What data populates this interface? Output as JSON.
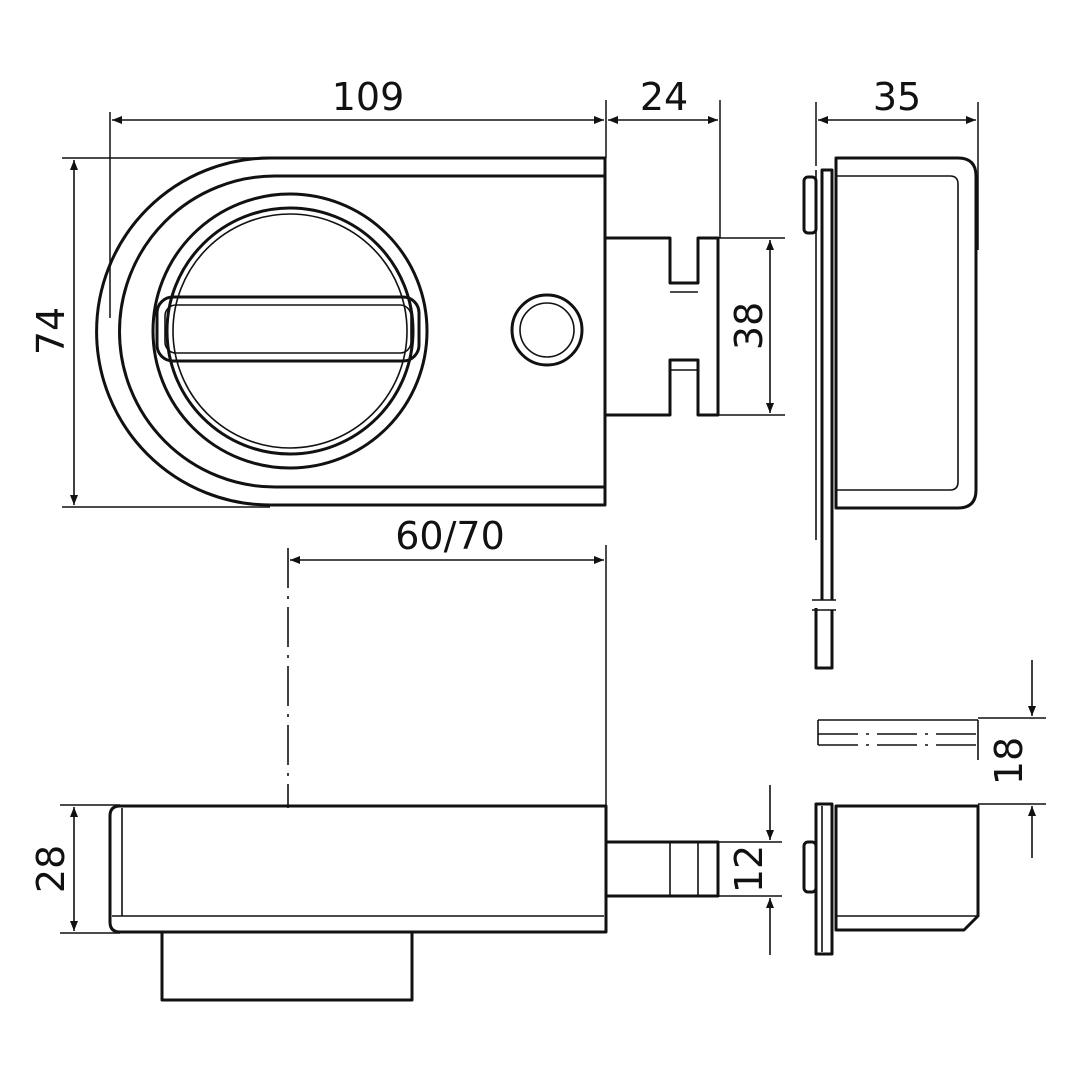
{
  "dimensions": {
    "width_body": "109",
    "bolt_throw": "24",
    "depth_keeper": "35",
    "height_body": "74",
    "bolt_height": "38",
    "backset": "60/70",
    "body_depth": "28",
    "bolt_thickness": "12",
    "keeper_offset": "18"
  },
  "colors": {
    "line": "#111111",
    "background": "#ffffff"
  }
}
